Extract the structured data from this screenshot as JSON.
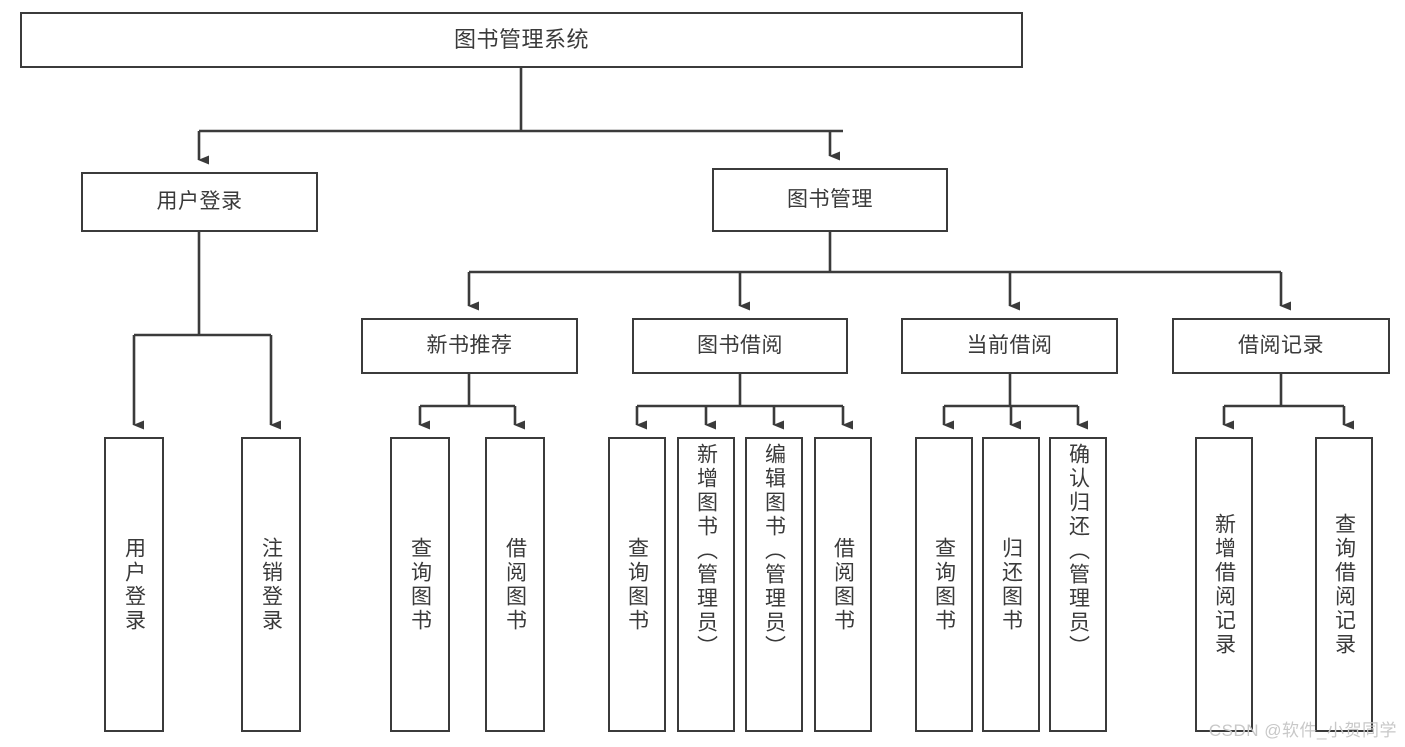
{
  "diagram": {
    "type": "tree",
    "title": "图书管理系统",
    "stroke_color": "#3b3b3b",
    "text_color": "#3a3a3a",
    "background_color": "#ffffff",
    "nodes": {
      "root": {
        "label": "图书管理系统"
      },
      "level1": [
        {
          "id": "user-login",
          "label": "用户登录"
        },
        {
          "id": "book-manage",
          "label": "图书管理"
        }
      ],
      "level2": [
        {
          "id": "new-book-recommend",
          "label": "新书推荐"
        },
        {
          "id": "book-borrow",
          "label": "图书借阅"
        },
        {
          "id": "current-borrow",
          "label": "当前借阅"
        },
        {
          "id": "borrow-record",
          "label": "借阅记录"
        }
      ],
      "leaves": {
        "user_login": [
          {
            "id": "leaf-user-login",
            "label": "用户登录"
          },
          {
            "id": "leaf-logout-login",
            "label": "注销登录"
          }
        ],
        "new_book_recommend": [
          {
            "id": "leaf-query-book-1",
            "label": "查询图书"
          },
          {
            "id": "leaf-borrow-book-1",
            "label": "借阅图书"
          }
        ],
        "book_borrow": [
          {
            "id": "leaf-query-book-2",
            "label": "查询图书"
          },
          {
            "id": "leaf-add-book",
            "label": "新增图书（管理员）"
          },
          {
            "id": "leaf-edit-book",
            "label": "编辑图书（管理员）"
          },
          {
            "id": "leaf-borrow-book-2",
            "label": "借阅图书"
          }
        ],
        "current_borrow": [
          {
            "id": "leaf-query-book-3",
            "label": "查询图书"
          },
          {
            "id": "leaf-return-book",
            "label": "归还图书"
          },
          {
            "id": "leaf-confirm-return",
            "label": "确认归还（管理员）"
          }
        ],
        "borrow_record": [
          {
            "id": "leaf-add-record",
            "label": "新增借阅记录"
          },
          {
            "id": "leaf-query-record",
            "label": "查询借阅记录"
          }
        ]
      }
    }
  },
  "watermark": {
    "text": "CSDN @软件_小贺同学"
  }
}
